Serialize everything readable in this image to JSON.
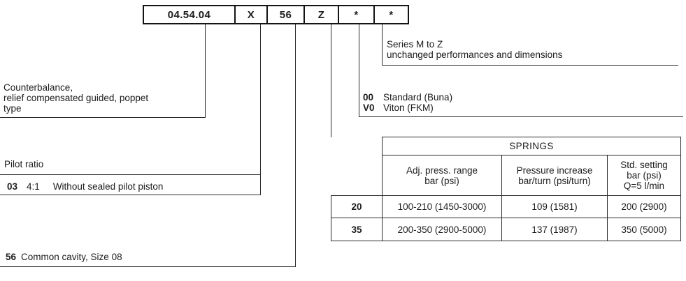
{
  "code_boxes": [
    {
      "label": "04.54.04"
    },
    {
      "label": "X"
    },
    {
      "label": "56"
    },
    {
      "label": "Z"
    },
    {
      "label": "*"
    },
    {
      "label": "*"
    }
  ],
  "series_note": [
    "Series M to Z",
    "unchanged performances and dimensions"
  ],
  "valve_description": [
    "Counterbalance,",
    "relief compensated guided, poppet",
    "type"
  ],
  "seals": {
    "options": [
      {
        "code": "00",
        "label": "Standard (Buna)"
      },
      {
        "code": "V0",
        "label": "Viton (FKM)"
      }
    ]
  },
  "pilot_ratio": {
    "title": "Pilot ratio",
    "option": {
      "code": "03",
      "ratio": "4:1",
      "label": "Without sealed pilot piston"
    }
  },
  "cavity": {
    "code": "56",
    "label": "Common cavity, Size 08"
  },
  "springs_table": {
    "title": "SPRINGS",
    "columns": [
      [
        "Adj. press. range",
        "bar (psi)"
      ],
      [
        "Pressure increase",
        "bar/turn (psi/turn)"
      ],
      [
        "Std. setting",
        "bar (psi)",
        "Q=5 l/min"
      ]
    ],
    "rows": [
      {
        "code": "20",
        "range": "100-210 (1450-3000)",
        "increase": "109 (1581)",
        "setting": "200 (2900)"
      },
      {
        "code": "35",
        "range": "200-350 (2900-5000)",
        "increase": "137 (1987)",
        "setting": "350 (5000)"
      }
    ]
  }
}
